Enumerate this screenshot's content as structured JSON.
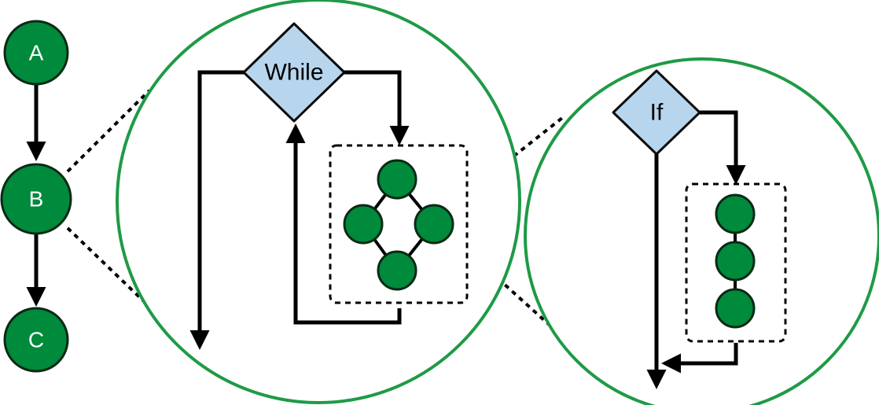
{
  "nodes": {
    "a": "A",
    "b": "B",
    "c": "C"
  },
  "decisions": {
    "while": "While",
    "if": "If"
  },
  "colors": {
    "node_fill": "#008a3c",
    "node_stroke": "#0a2a14",
    "diamond_fill": "#b7d6ee",
    "zoom_circle": "#1f9a46",
    "line": "#000000"
  }
}
